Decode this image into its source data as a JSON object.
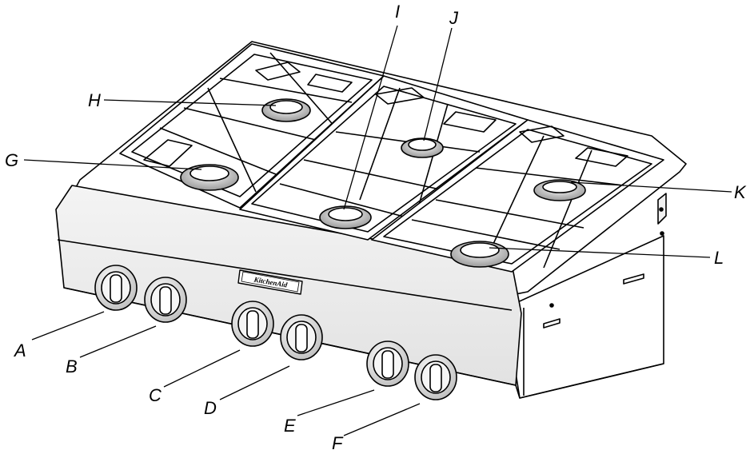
{
  "diagram": {
    "brand_badge": "KitchenAid",
    "callouts": {
      "A": "A",
      "B": "B",
      "C": "C",
      "D": "D",
      "E": "E",
      "F": "F",
      "G": "G",
      "H": "H",
      "I": "I",
      "J": "J",
      "K": "K",
      "L": "L"
    }
  },
  "colors": {
    "line": "#000000",
    "background": "#ffffff",
    "shade": "#dcdcdc"
  }
}
